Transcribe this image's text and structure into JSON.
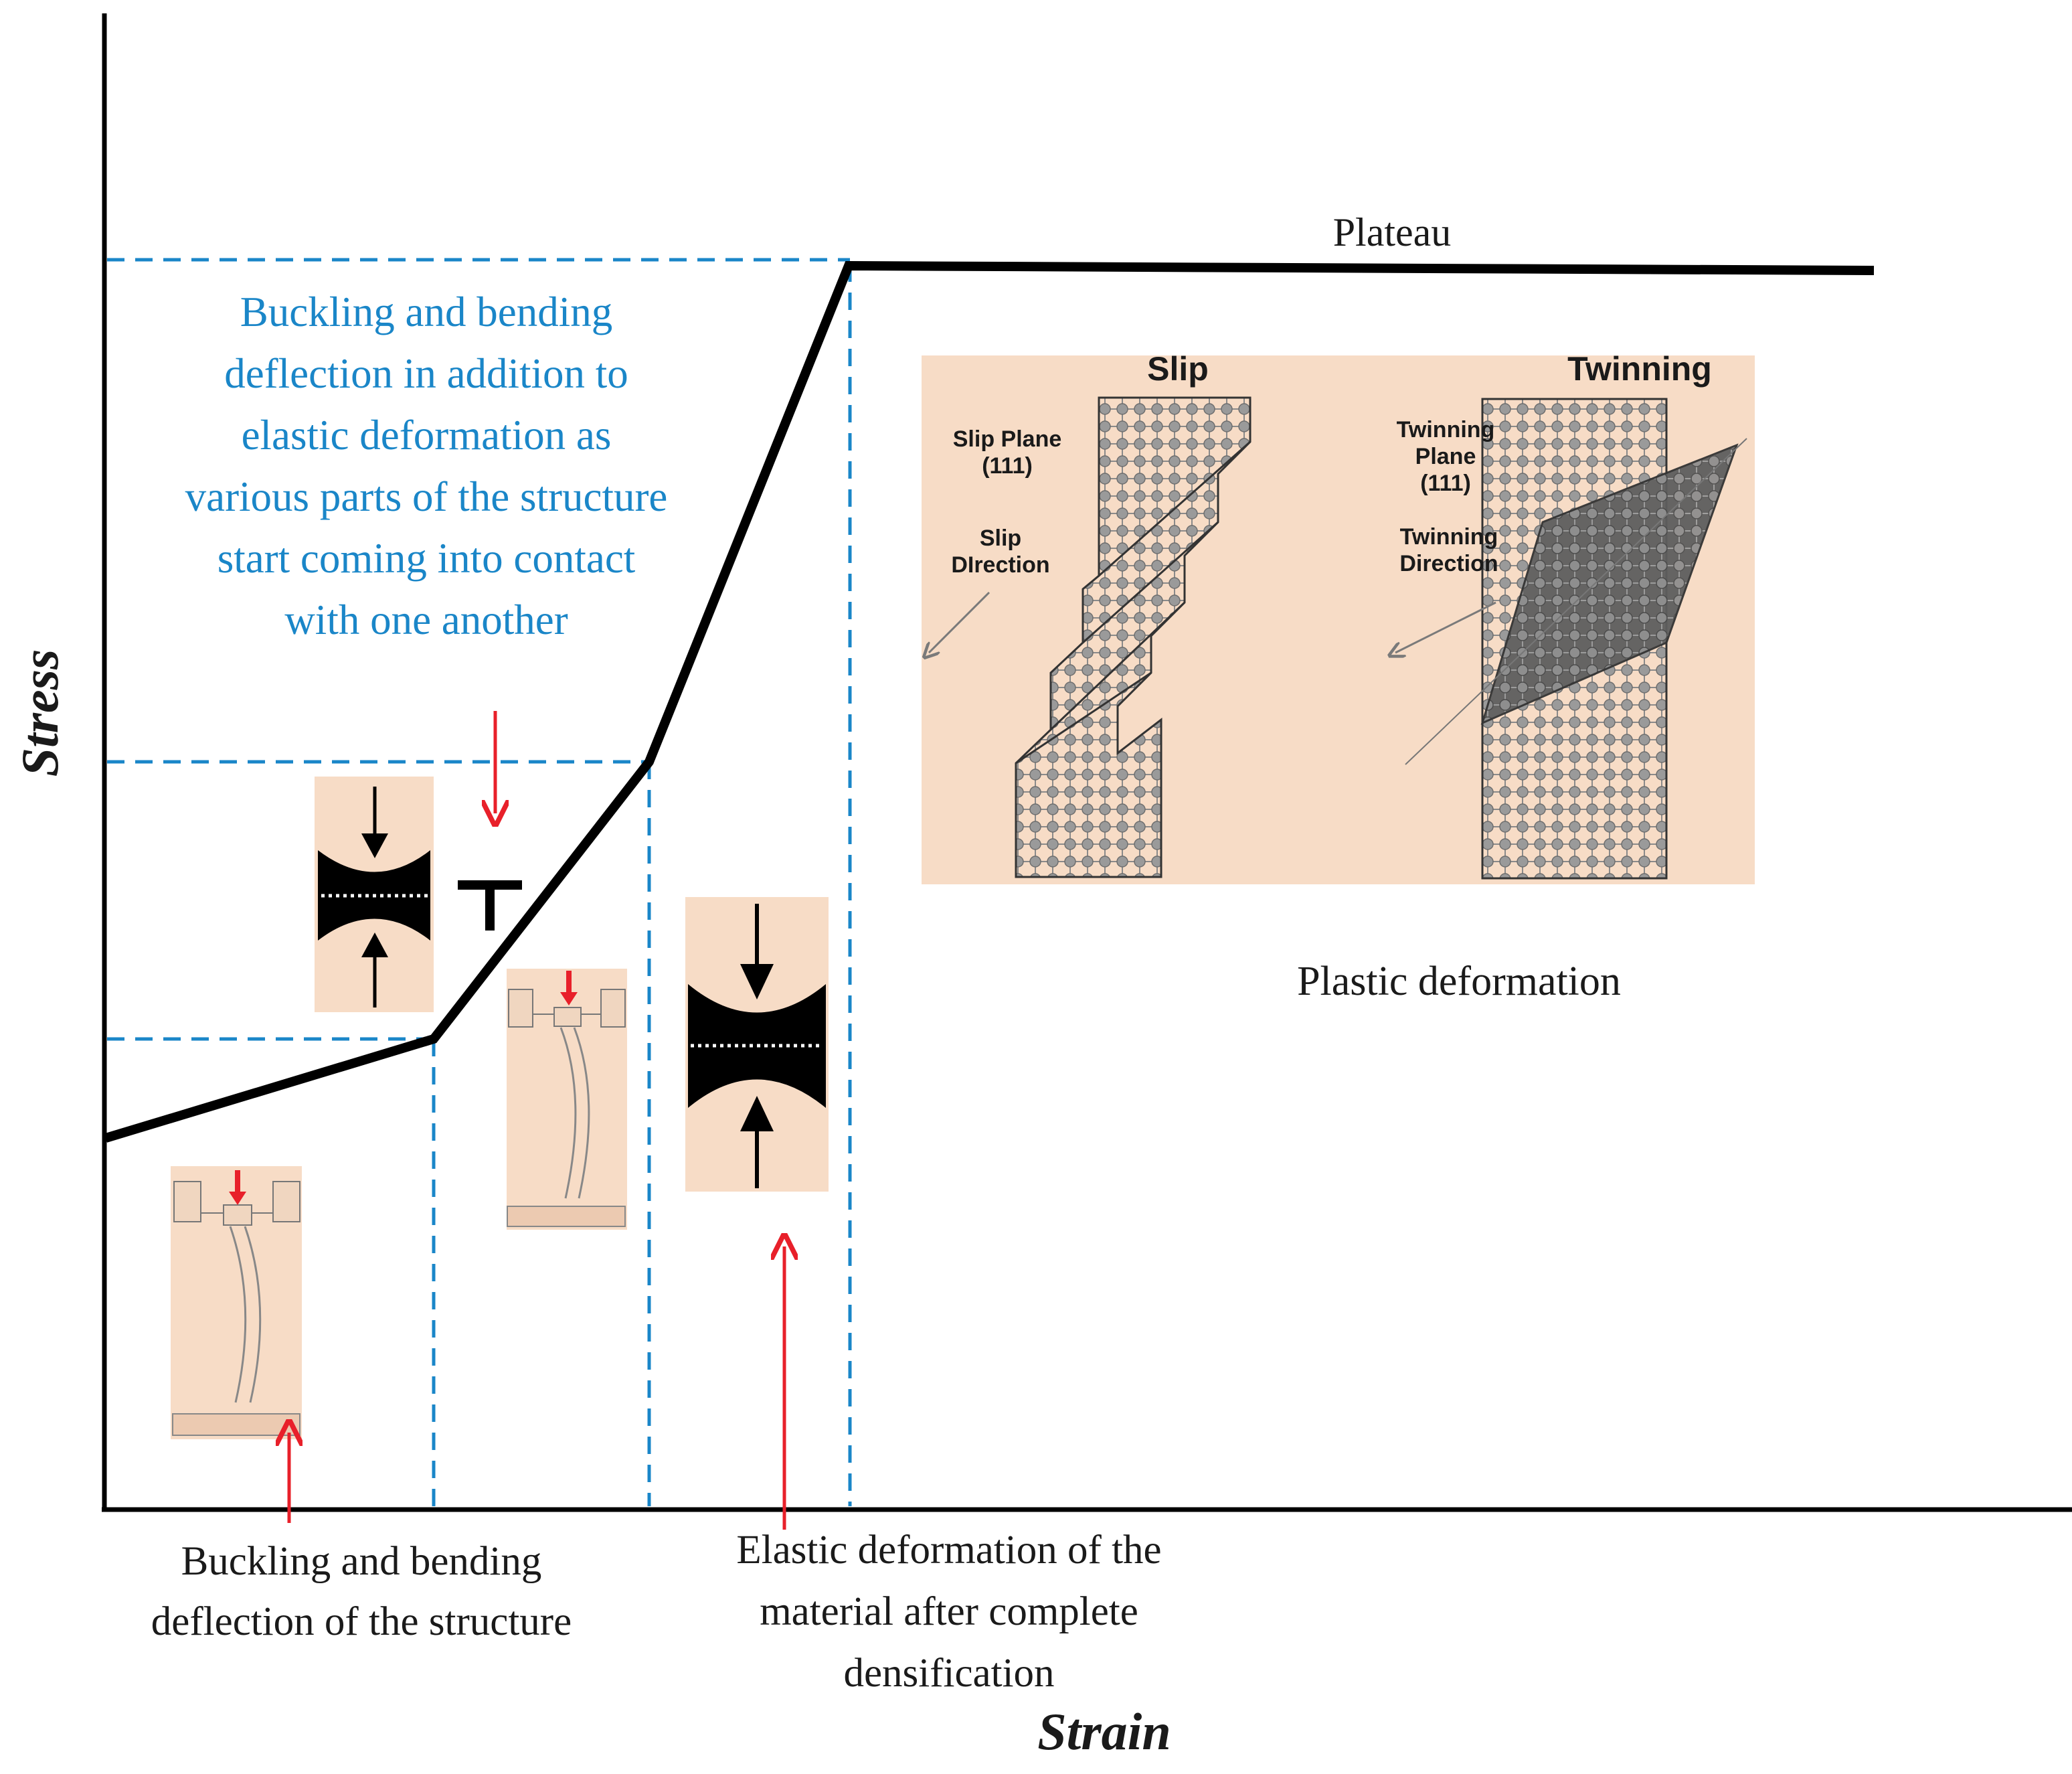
{
  "axes": {
    "x_label": "Strain",
    "y_label": "Stress"
  },
  "curve": {
    "plateau_label": "Plateau"
  },
  "labels": {
    "buckling_bending_contact": "Buckling and bending deflection in addition to elastic deformation as  various parts of the structure start coming into contact with one another",
    "buckling_bending_structure": "Buckling and bending deflection of the structure",
    "elastic_after_densification": "Elastic deformation of the material after complete densification",
    "plastic_deformation": "Plastic deformation"
  },
  "inset": {
    "slip": {
      "title": "Slip",
      "plane_label": "Slip Plane\n(111)",
      "direction_label": "Slip\nDIrection"
    },
    "twinning": {
      "title": "Twinning",
      "plane_label": "Twinning\nPlane\n(111)",
      "direction_label": "Twinning\nDirection"
    }
  },
  "colors": {
    "curve": "#000000",
    "guide_lines": "#1a86c8",
    "annotation_text": "#1a86c8",
    "arrows": "#e8202a",
    "panel_background": "#f7dcc6"
  }
}
